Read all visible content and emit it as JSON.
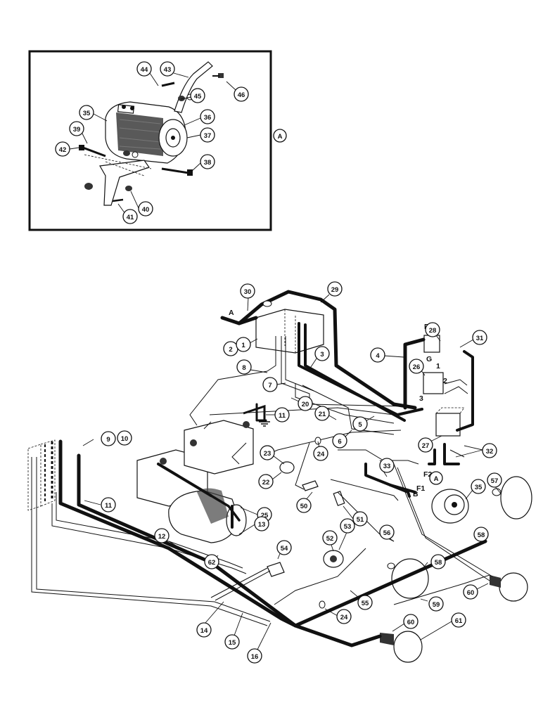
{
  "section_a": {
    "marker": "A"
  },
  "wire_letters": {
    "a_wire": "A",
    "r": "R",
    "g": "G",
    "t1": "1",
    "t2": "2",
    "t3": "3",
    "f1": "F1",
    "f2": "F2",
    "b": "B",
    "a_ref": "A"
  },
  "callouts": {
    "c1": "1",
    "c2": "2",
    "c3": "3",
    "c4": "4",
    "c5": "5",
    "c6": "6",
    "c7": "7",
    "c8": "8",
    "c9": "9",
    "c10": "10",
    "c11a": "11",
    "c11b": "11",
    "c12": "12",
    "c13": "13",
    "c14": "14",
    "c15": "15",
    "c16": "16",
    "c20": "20",
    "c21": "21",
    "c22": "22",
    "c23": "23",
    "c24a": "24",
    "c24b": "24",
    "c25": "25",
    "c26": "26",
    "c27": "27",
    "c28": "28",
    "c29": "29",
    "c30": "30",
    "c31": "31",
    "c32": "32",
    "c33": "33",
    "c35a": "35",
    "c35b": "35",
    "c36": "36",
    "c37": "37",
    "c38": "38",
    "c39": "39",
    "c40": "40",
    "c41": "41",
    "c42": "42",
    "c43": "43",
    "c44": "44",
    "c45": "45",
    "c46": "46",
    "c50": "50",
    "c51": "51",
    "c52": "52",
    "c53": "53",
    "c54": "54",
    "c55": "55",
    "c56": "56",
    "c57": "57",
    "c58a": "58",
    "c58b": "58",
    "c59": "59",
    "c60a": "60",
    "c60b": "60",
    "c61": "61",
    "c62": "62"
  },
  "colors": {
    "ink": "#111111",
    "paper": "#ffffff"
  }
}
